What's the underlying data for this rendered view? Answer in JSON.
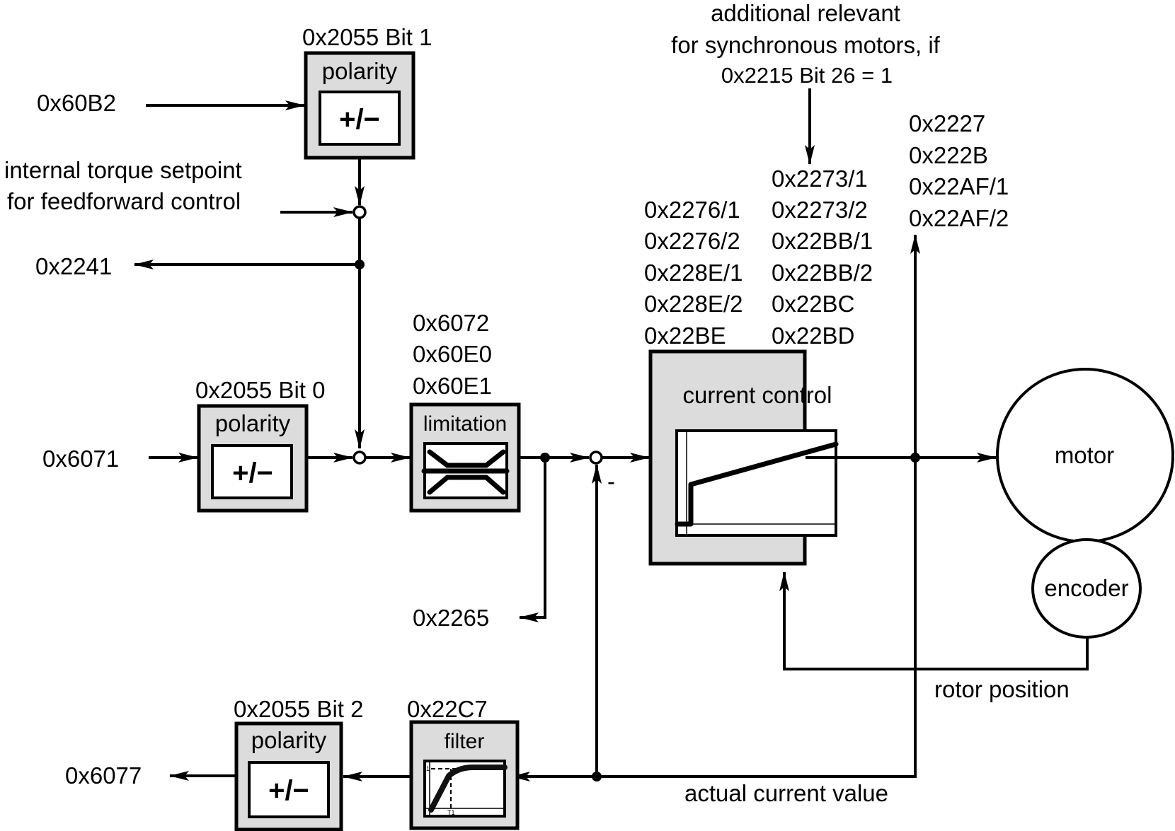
{
  "top_note": {
    "line1": "additional relevant",
    "line2": "for synchronous motors, if",
    "line3": "0x2215 Bit 26 = 1"
  },
  "inputs": {
    "torque_offset": "0x60B2",
    "feedforward_line1": "internal torque setpoint",
    "feedforward_line2": "for feedforward control",
    "target_torque": "0x6071"
  },
  "outputs": {
    "torque_setpoint_out": "0x2241",
    "limited_setpoint_out": "0x2265",
    "actual_torque_out": "0x6077"
  },
  "blocks": {
    "polarity_top": {
      "param": "0x2055 Bit 1",
      "title": "polarity",
      "symbol": "+/−"
    },
    "polarity_mid": {
      "param": "0x2055 Bit 0",
      "title": "polarity",
      "symbol": "+/−"
    },
    "polarity_bottom": {
      "param": "0x2055 Bit 2",
      "title": "polarity",
      "symbol": "+/−"
    },
    "limitation": {
      "params": [
        "0x6072",
        "0x60E0",
        "0x60E1"
      ],
      "title": "limitation"
    },
    "filter": {
      "param": "0x22C7",
      "title": "filter",
      "axis_y": "1",
      "axis_x": "T1"
    },
    "current_control": {
      "title": "current control",
      "params_col1": [
        "0x2276/1",
        "0x2276/2",
        "0x228E/1",
        "0x228E/2",
        "0x22BE"
      ],
      "params_col2": [
        "0x2273/1",
        "0x2273/2",
        "0x22BB/1",
        "0x22BB/2",
        "0x22BC",
        "0x22BD"
      ]
    }
  },
  "output_params": [
    "0x2227",
    "0x222B",
    "0x22AF/1",
    "0x22AF/2"
  ],
  "motor": "motor",
  "encoder": "encoder",
  "feedback": {
    "rotor_position": "rotor position",
    "actual_current": "actual current value",
    "minus_sign": "-"
  }
}
